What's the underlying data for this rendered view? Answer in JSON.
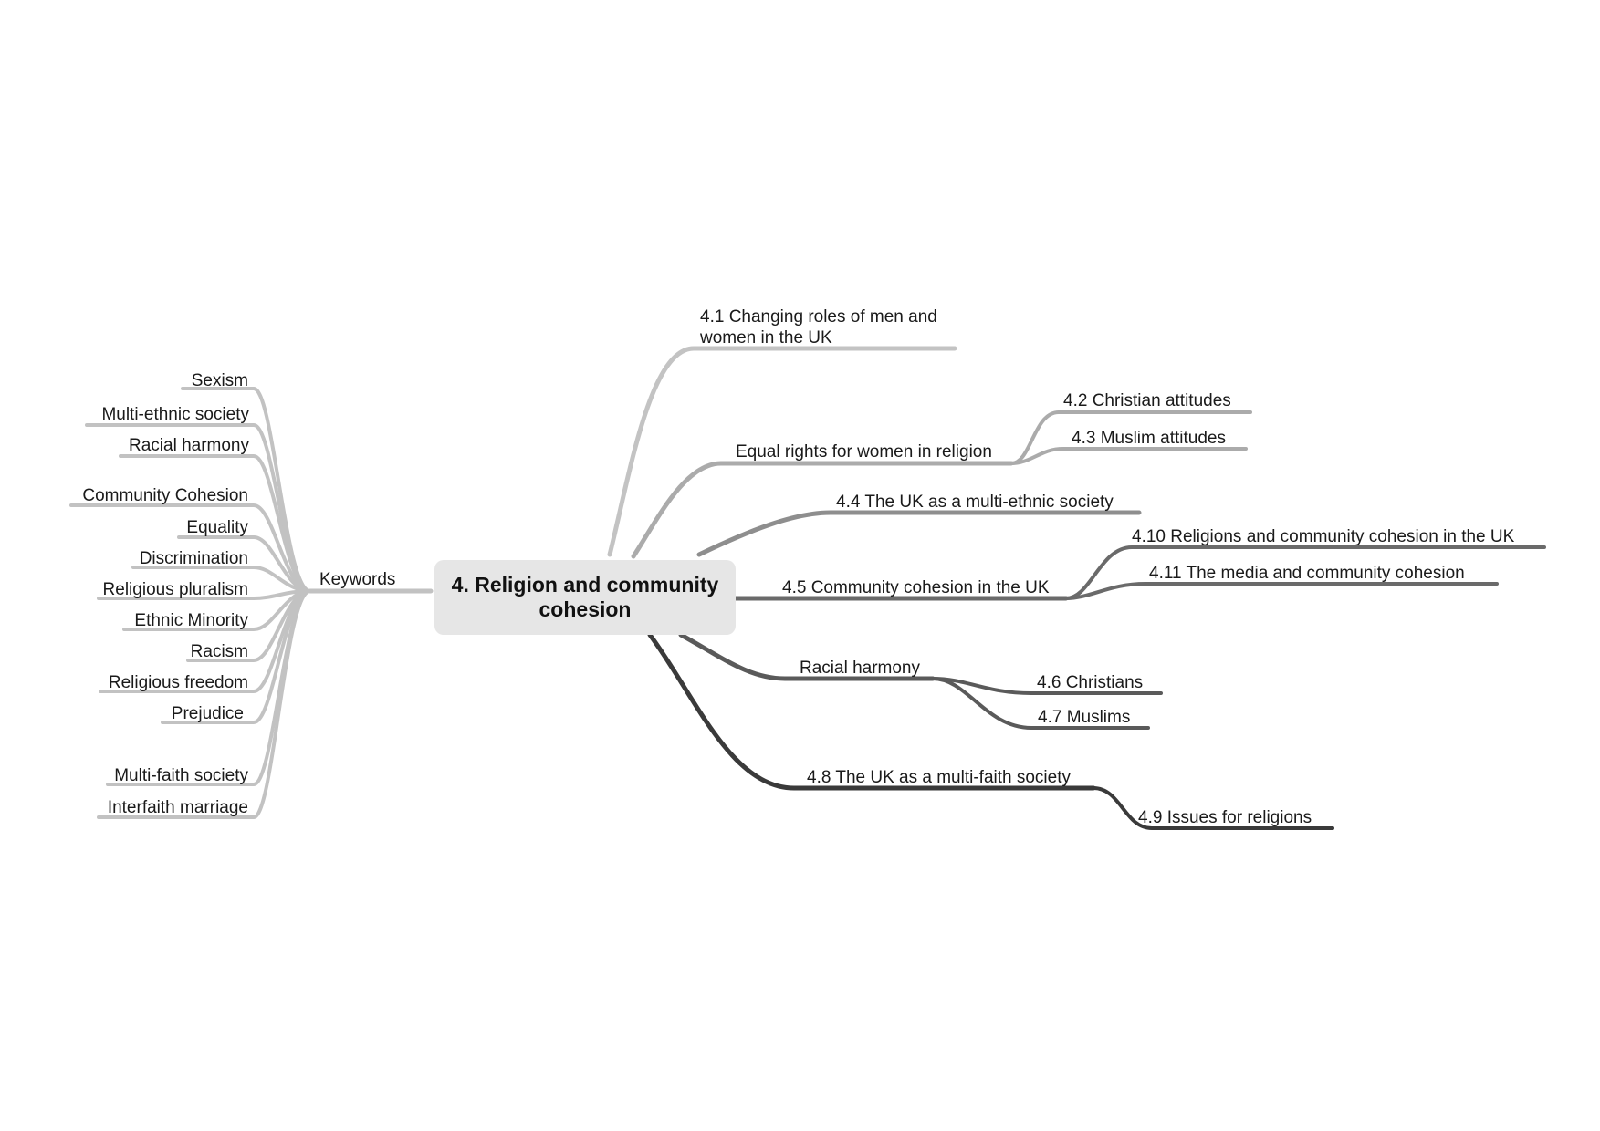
{
  "root": {
    "label": "4. Religion and community cohesion"
  },
  "colors": {
    "keywords": "#c2c2c2",
    "branch_4_1": "#c3c3c3",
    "branch_women": "#ababab",
    "branch_4_4": "#8e8e8e",
    "branch_4_5": "#6a6a6a",
    "branch_racial": "#5a5a5a",
    "branch_4_8": "#3a3a3a",
    "root_fill": "#e6e6e6"
  },
  "keywords": {
    "label": "Keywords",
    "items": [
      "Sexism",
      "Multi-ethnic society",
      "Racial harmony",
      "Community Cohesion",
      "Equality",
      "Discrimination",
      "Religious pluralism",
      "Ethnic Minority",
      "Racism",
      "Religious freedom",
      "Prejudice",
      "Multi-faith society",
      "Interfaith marriage"
    ]
  },
  "branches": {
    "b4_1": {
      "label": "4.1 Changing roles of men and women in the UK"
    },
    "women": {
      "label": "Equal rights for women in religion",
      "children": [
        "4.2 Christian attitudes",
        "4.3 Muslim attitudes"
      ]
    },
    "b4_4": {
      "label": "4.4 The UK as a multi-ethnic society"
    },
    "b4_5": {
      "label": "4.5 Community cohesion in the UK",
      "children": [
        "4.10 Religions and community cohesion in the UK",
        "4.11 The media and community cohesion"
      ]
    },
    "racial": {
      "label": "Racial harmony",
      "children": [
        "4.6 Christians",
        "4.7 Muslims"
      ]
    },
    "b4_8": {
      "label": "4.8 The UK as a multi-faith society",
      "children": [
        "4.9 Issues for religions"
      ]
    }
  }
}
